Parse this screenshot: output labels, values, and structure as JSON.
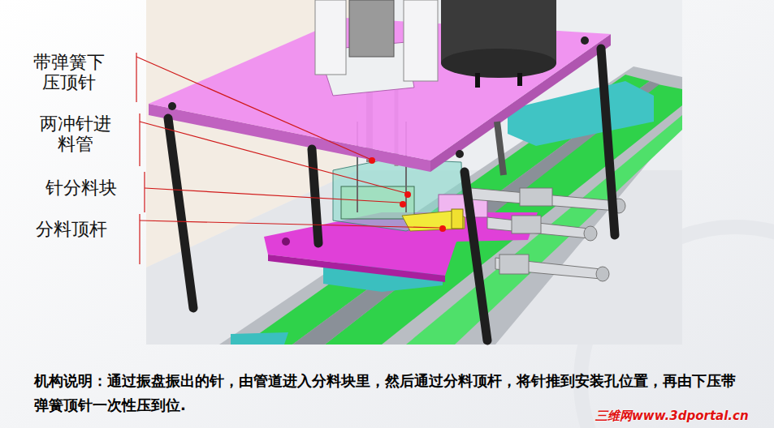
{
  "diagram": {
    "caption": "机构说明：通过振盘振出的针，由管道进入分料块里，然后通过分料顶杆，将针推到安装孔位置，再由下压带 弹簧顶针一次性压到位.",
    "labels": [
      "带弹簧下 压顶针",
      "两冲针进 料管",
      "针分料块",
      "分料顶杆",
      "三维网www.3dportal.cn"
    ]
  }
}
